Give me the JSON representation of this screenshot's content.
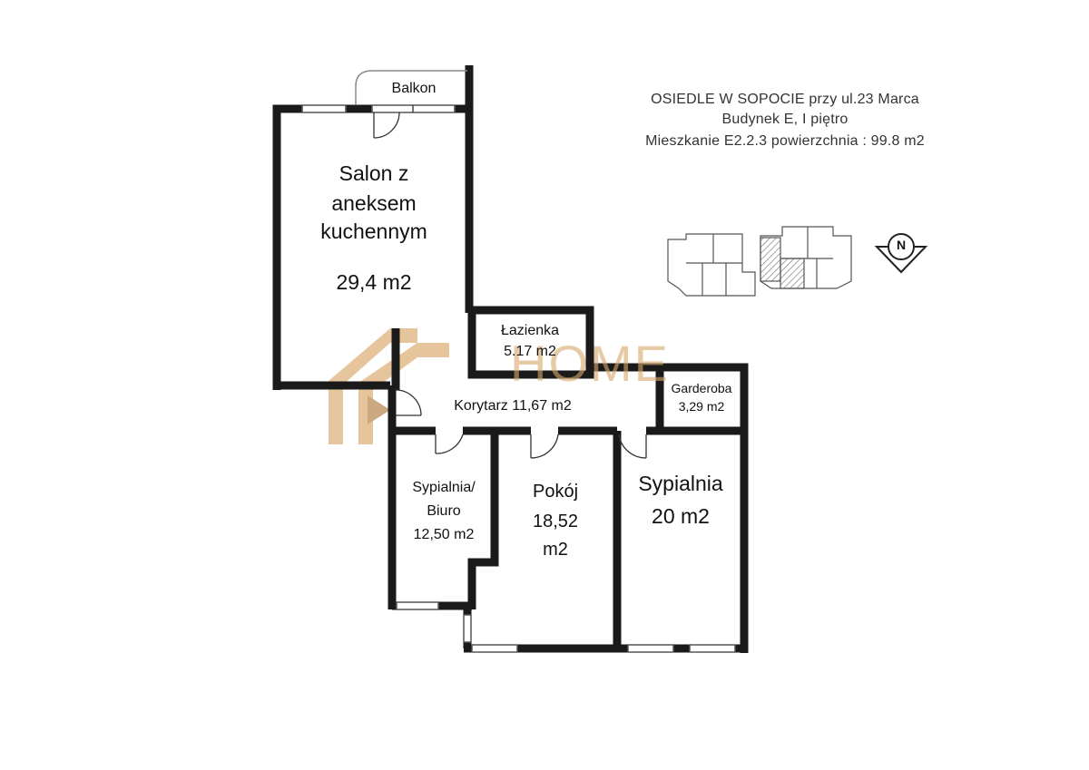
{
  "header": {
    "line1": "OSIEDLE W SOPOCIE przy ul.23 Marca",
    "line2": "Budynek E, I piętro",
    "line3": "Mieszkanie  E2.2.3 powierzchnia  :  99.8  m2"
  },
  "rooms": {
    "balkon": "Balkon",
    "salon_1": "Salon z",
    "salon_2": "aneksem",
    "salon_3": "kuchennym",
    "salon_area": "29,4 m2",
    "lazienka": "Łazienka",
    "lazienka_area": "5.17 m2",
    "korytarz": "Korytarz 11,67 m2",
    "garderoba": "Garderoba",
    "garderoba_area": "3,29 m2",
    "sypialnia_biuro_1": "Sypialnia/",
    "sypialnia_biuro_2": "Biuro",
    "sypialnia_biuro_area": "12,50 m2",
    "pokoj_1": "Pokój",
    "pokoj_2": "18,52",
    "pokoj_3": "m2",
    "sypialnia": "Sypialnia",
    "sypialnia_area": "20 m2"
  },
  "compass": {
    "label": "N",
    "icon": "north-arrow-icon"
  },
  "watermark": {
    "text": "HOME",
    "color": "#d7a86a"
  },
  "colors": {
    "wall": "#1a1a1a",
    "window": "#555555",
    "hatch": "#9a9a9a"
  }
}
